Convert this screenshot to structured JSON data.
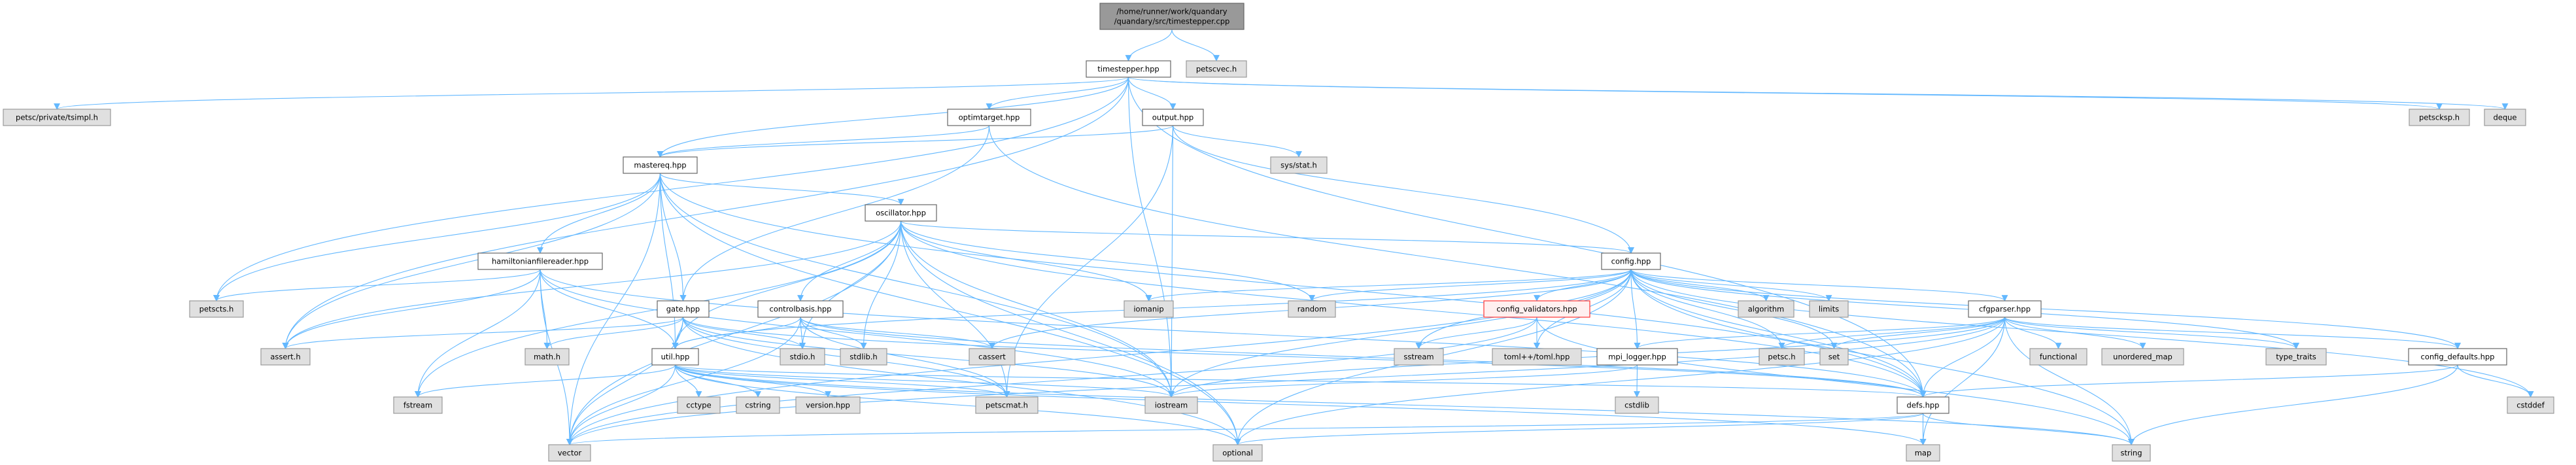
{
  "graph": {
    "title": "Include dependency graph for timestepper.cpp",
    "colors": {
      "edge": "#63b8ff",
      "root_fill": "#999999",
      "root_border": "#666666",
      "internal_fill": "#ffffff",
      "internal_border": "#666666",
      "external_fill": "#e0e0e0",
      "external_border": "#999999",
      "warning_fill": "#fff0f0",
      "warning_border": "#ff3333"
    },
    "nodes": {
      "root": {
        "lines": [
          "/home/runner/work/quandary",
          "/quandary/src/timestepper.cpp"
        ],
        "kind": "root"
      },
      "timestepper": {
        "lines": [
          "timestepper.hpp"
        ],
        "kind": "internal"
      },
      "petscvec": {
        "lines": [
          "petscvec.h"
        ],
        "kind": "external"
      },
      "tsimpl": {
        "lines": [
          "petsc/private/tsimpl.h"
        ],
        "kind": "external"
      },
      "optimtarget": {
        "lines": [
          "optimtarget.hpp"
        ],
        "kind": "internal"
      },
      "output": {
        "lines": [
          "output.hpp"
        ],
        "kind": "internal"
      },
      "petscksp": {
        "lines": [
          "petscksp.h"
        ],
        "kind": "external"
      },
      "deque": {
        "lines": [
          "deque"
        ],
        "kind": "external"
      },
      "mastereq": {
        "lines": [
          "mastereq.hpp"
        ],
        "kind": "internal"
      },
      "sysstat": {
        "lines": [
          "sys/stat.h"
        ],
        "kind": "external"
      },
      "oscillator": {
        "lines": [
          "oscillator.hpp"
        ],
        "kind": "internal"
      },
      "hamiltonian": {
        "lines": [
          "hamiltonianfilereader.hpp"
        ],
        "kind": "internal"
      },
      "config": {
        "lines": [
          "config.hpp"
        ],
        "kind": "internal"
      },
      "petscts": {
        "lines": [
          "petscts.h"
        ],
        "kind": "external"
      },
      "gate": {
        "lines": [
          "gate.hpp"
        ],
        "kind": "internal"
      },
      "controlbasis": {
        "lines": [
          "controlbasis.hpp"
        ],
        "kind": "internal"
      },
      "iomanip": {
        "lines": [
          "iomanip"
        ],
        "kind": "external"
      },
      "random": {
        "lines": [
          "random"
        ],
        "kind": "external"
      },
      "config_validators": {
        "lines": [
          "config_validators.hpp"
        ],
        "kind": "warning"
      },
      "algorithm": {
        "lines": [
          "algorithm"
        ],
        "kind": "external"
      },
      "limits": {
        "lines": [
          "limits"
        ],
        "kind": "external"
      },
      "cfgparser": {
        "lines": [
          "cfgparser.hpp"
        ],
        "kind": "internal"
      },
      "asserth": {
        "lines": [
          "assert.h"
        ],
        "kind": "external"
      },
      "mathh": {
        "lines": [
          "math.h"
        ],
        "kind": "external"
      },
      "util": {
        "lines": [
          "util.hpp"
        ],
        "kind": "internal"
      },
      "stdio": {
        "lines": [
          "stdio.h"
        ],
        "kind": "external"
      },
      "stdlib": {
        "lines": [
          "stdlib.h"
        ],
        "kind": "external"
      },
      "cassert": {
        "lines": [
          "cassert"
        ],
        "kind": "external"
      },
      "sstream": {
        "lines": [
          "sstream"
        ],
        "kind": "external"
      },
      "toml": {
        "lines": [
          "toml++/toml.hpp"
        ],
        "kind": "external"
      },
      "mpi_logger": {
        "lines": [
          "mpi_logger.hpp"
        ],
        "kind": "internal"
      },
      "petsch": {
        "lines": [
          "petsc.h"
        ],
        "kind": "external"
      },
      "set": {
        "lines": [
          "set"
        ],
        "kind": "external"
      },
      "functional": {
        "lines": [
          "functional"
        ],
        "kind": "external"
      },
      "unordered_map": {
        "lines": [
          "unordered_map"
        ],
        "kind": "external"
      },
      "type_traits": {
        "lines": [
          "type_traits"
        ],
        "kind": "external"
      },
      "config_defaults": {
        "lines": [
          "config_defaults.hpp"
        ],
        "kind": "internal"
      },
      "fstream": {
        "lines": [
          "fstream"
        ],
        "kind": "external"
      },
      "cctype": {
        "lines": [
          "cctype"
        ],
        "kind": "external"
      },
      "cstring": {
        "lines": [
          "cstring"
        ],
        "kind": "external"
      },
      "version": {
        "lines": [
          "version.hpp"
        ],
        "kind": "external"
      },
      "petscmat": {
        "lines": [
          "petscmat.h"
        ],
        "kind": "external"
      },
      "iostream": {
        "lines": [
          "iostream"
        ],
        "kind": "external"
      },
      "cstdlib": {
        "lines": [
          "cstdlib"
        ],
        "kind": "external"
      },
      "defs": {
        "lines": [
          "defs.hpp"
        ],
        "kind": "internal"
      },
      "cstddef": {
        "lines": [
          "cstddef"
        ],
        "kind": "external"
      },
      "vector": {
        "lines": [
          "vector"
        ],
        "kind": "external"
      },
      "optional": {
        "lines": [
          "optional"
        ],
        "kind": "external"
      },
      "map": {
        "lines": [
          "map"
        ],
        "kind": "external"
      },
      "string": {
        "lines": [
          "string"
        ],
        "kind": "external"
      }
    },
    "edges": [
      [
        "root",
        "timestepper"
      ],
      [
        "root",
        "petscvec"
      ],
      [
        "timestepper",
        "tsimpl"
      ],
      [
        "timestepper",
        "petscts"
      ],
      [
        "timestepper",
        "asserth"
      ],
      [
        "timestepper",
        "mastereq"
      ],
      [
        "timestepper",
        "optimtarget"
      ],
      [
        "timestepper",
        "output"
      ],
      [
        "timestepper",
        "iostream"
      ],
      [
        "timestepper",
        "defs"
      ],
      [
        "timestepper",
        "petscksp"
      ],
      [
        "timestepper",
        "deque"
      ],
      [
        "optimtarget",
        "mastereq"
      ],
      [
        "optimtarget",
        "gate"
      ],
      [
        "optimtarget",
        "defs"
      ],
      [
        "output",
        "mastereq"
      ],
      [
        "output",
        "config"
      ],
      [
        "output",
        "sysstat"
      ],
      [
        "output",
        "iostream"
      ],
      [
        "output",
        "petscmat"
      ],
      [
        "mastereq",
        "petscts"
      ],
      [
        "mastereq",
        "asserth"
      ],
      [
        "mastereq",
        "vector"
      ],
      [
        "mastereq",
        "hamiltonian"
      ],
      [
        "mastereq",
        "oscillator"
      ],
      [
        "mastereq",
        "gate"
      ],
      [
        "mastereq",
        "util"
      ],
      [
        "mastereq",
        "iostream"
      ],
      [
        "mastereq",
        "optional"
      ],
      [
        "mastereq",
        "defs"
      ],
      [
        "oscillator",
        "config"
      ],
      [
        "oscillator",
        "controlbasis"
      ],
      [
        "oscillator",
        "util"
      ],
      [
        "oscillator",
        "stdio"
      ],
      [
        "oscillator",
        "stdlib"
      ],
      [
        "oscillator",
        "iostream"
      ],
      [
        "oscillator",
        "iomanip"
      ],
      [
        "oscillator",
        "random"
      ],
      [
        "oscillator",
        "petscmat"
      ],
      [
        "oscillator",
        "vector"
      ],
      [
        "oscillator",
        "fstream"
      ],
      [
        "oscillator",
        "asserth"
      ],
      [
        "oscillator",
        "defs"
      ],
      [
        "oscillator",
        "optional"
      ],
      [
        "hamiltonian",
        "petscts"
      ],
      [
        "hamiltonian",
        "asserth"
      ],
      [
        "hamiltonian",
        "mathh"
      ],
      [
        "hamiltonian",
        "fstream"
      ],
      [
        "hamiltonian",
        "vector"
      ],
      [
        "hamiltonian",
        "iostream"
      ],
      [
        "hamiltonian",
        "util"
      ],
      [
        "hamiltonian",
        "defs"
      ],
      [
        "gate",
        "asserth"
      ],
      [
        "gate",
        "mathh"
      ],
      [
        "gate",
        "vector"
      ],
      [
        "gate",
        "util"
      ],
      [
        "gate",
        "stdio"
      ],
      [
        "gate",
        "iostream"
      ],
      [
        "gate",
        "petscmat"
      ],
      [
        "gate",
        "defs"
      ],
      [
        "gate",
        "optional"
      ],
      [
        "controlbasis",
        "util"
      ],
      [
        "controlbasis",
        "stdio"
      ],
      [
        "controlbasis",
        "stdlib"
      ],
      [
        "controlbasis",
        "vector"
      ],
      [
        "controlbasis",
        "defs"
      ],
      [
        "controlbasis",
        "cassert"
      ],
      [
        "controlbasis",
        "petscmat"
      ],
      [
        "util",
        "fstream"
      ],
      [
        "util",
        "vector"
      ],
      [
        "util",
        "cctype"
      ],
      [
        "util",
        "cstring"
      ],
      [
        "util",
        "version"
      ],
      [
        "util",
        "iostream"
      ],
      [
        "util",
        "petscmat"
      ],
      [
        "util",
        "optional"
      ],
      [
        "util",
        "map"
      ],
      [
        "util",
        "string"
      ],
      [
        "util",
        "defs"
      ],
      [
        "config",
        "config_validators"
      ],
      [
        "config",
        "cfgparser"
      ],
      [
        "config",
        "mpi_logger"
      ],
      [
        "config",
        "defs"
      ],
      [
        "config",
        "algorithm"
      ],
      [
        "config",
        "limits"
      ],
      [
        "config",
        "sstream"
      ],
      [
        "config",
        "toml"
      ],
      [
        "config",
        "petsch"
      ],
      [
        "config",
        "set"
      ],
      [
        "config",
        "iomanip"
      ],
      [
        "config",
        "random"
      ],
      [
        "config",
        "iostream"
      ],
      [
        "config",
        "optional"
      ],
      [
        "config",
        "vector"
      ],
      [
        "config",
        "string"
      ],
      [
        "config",
        "type_traits"
      ],
      [
        "config",
        "cstddef"
      ],
      [
        "config",
        "config_defaults"
      ],
      [
        "config",
        "cassert"
      ],
      [
        "config",
        "util"
      ],
      [
        "config_validators",
        "sstream"
      ],
      [
        "config_validators",
        "toml"
      ],
      [
        "config_validators",
        "vector"
      ],
      [
        "config_validators",
        "string"
      ],
      [
        "cfgparser",
        "defs"
      ],
      [
        "cfgparser",
        "petsch"
      ],
      [
        "cfgparser",
        "set"
      ],
      [
        "cfgparser",
        "functional"
      ],
      [
        "cfgparser",
        "unordered_map"
      ],
      [
        "cfgparser",
        "type_traits"
      ],
      [
        "cfgparser",
        "string"
      ],
      [
        "cfgparser",
        "map"
      ],
      [
        "cfgparser",
        "vector"
      ],
      [
        "cfgparser",
        "optional"
      ],
      [
        "cfgparser",
        "config_defaults"
      ],
      [
        "cfgparser",
        "iostream"
      ],
      [
        "cfgparser",
        "mpi_logger"
      ],
      [
        "mpi_logger",
        "cstdlib"
      ],
      [
        "mpi_logger",
        "iostream"
      ],
      [
        "defs",
        "map"
      ],
      [
        "defs",
        "string"
      ],
      [
        "defs",
        "optional"
      ],
      [
        "defs",
        "vector"
      ],
      [
        "config_defaults",
        "cstddef"
      ],
      [
        "config_defaults",
        "string"
      ],
      [
        "config_defaults",
        "defs"
      ]
    ]
  }
}
